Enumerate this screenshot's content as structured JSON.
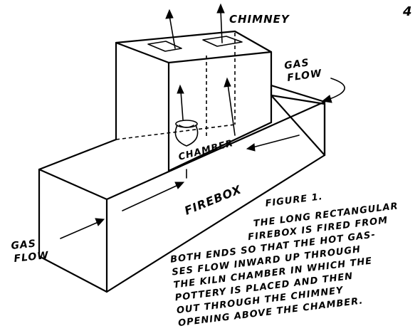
{
  "labels": {
    "chimney": "CHIMNEY",
    "gas_flow_top_line1": "GAS",
    "gas_flow_top_line2": "FLOW",
    "chamber": "CHAMBER",
    "firebox": "FIREBOX",
    "gas_flow_left_line1": "GAS",
    "gas_flow_left_line2": "FLOW",
    "page_mark": "4"
  },
  "caption": {
    "title": "FIGURE 1.",
    "lines": [
      "THE LONG RECTANGULAR",
      "FIREBOX IS FIRED FROM",
      "BOTH ENDS SO THAT THE HOT GAS-",
      "SES FLOW INWARD UP THROUGH",
      "THE KILN CHAMBER IN WHICH THE",
      "POTTERY IS PLACED AND THEN",
      "OUT THROUGH THE CHIMNEY",
      "OPENING ABOVE THE CHAMBER."
    ]
  }
}
